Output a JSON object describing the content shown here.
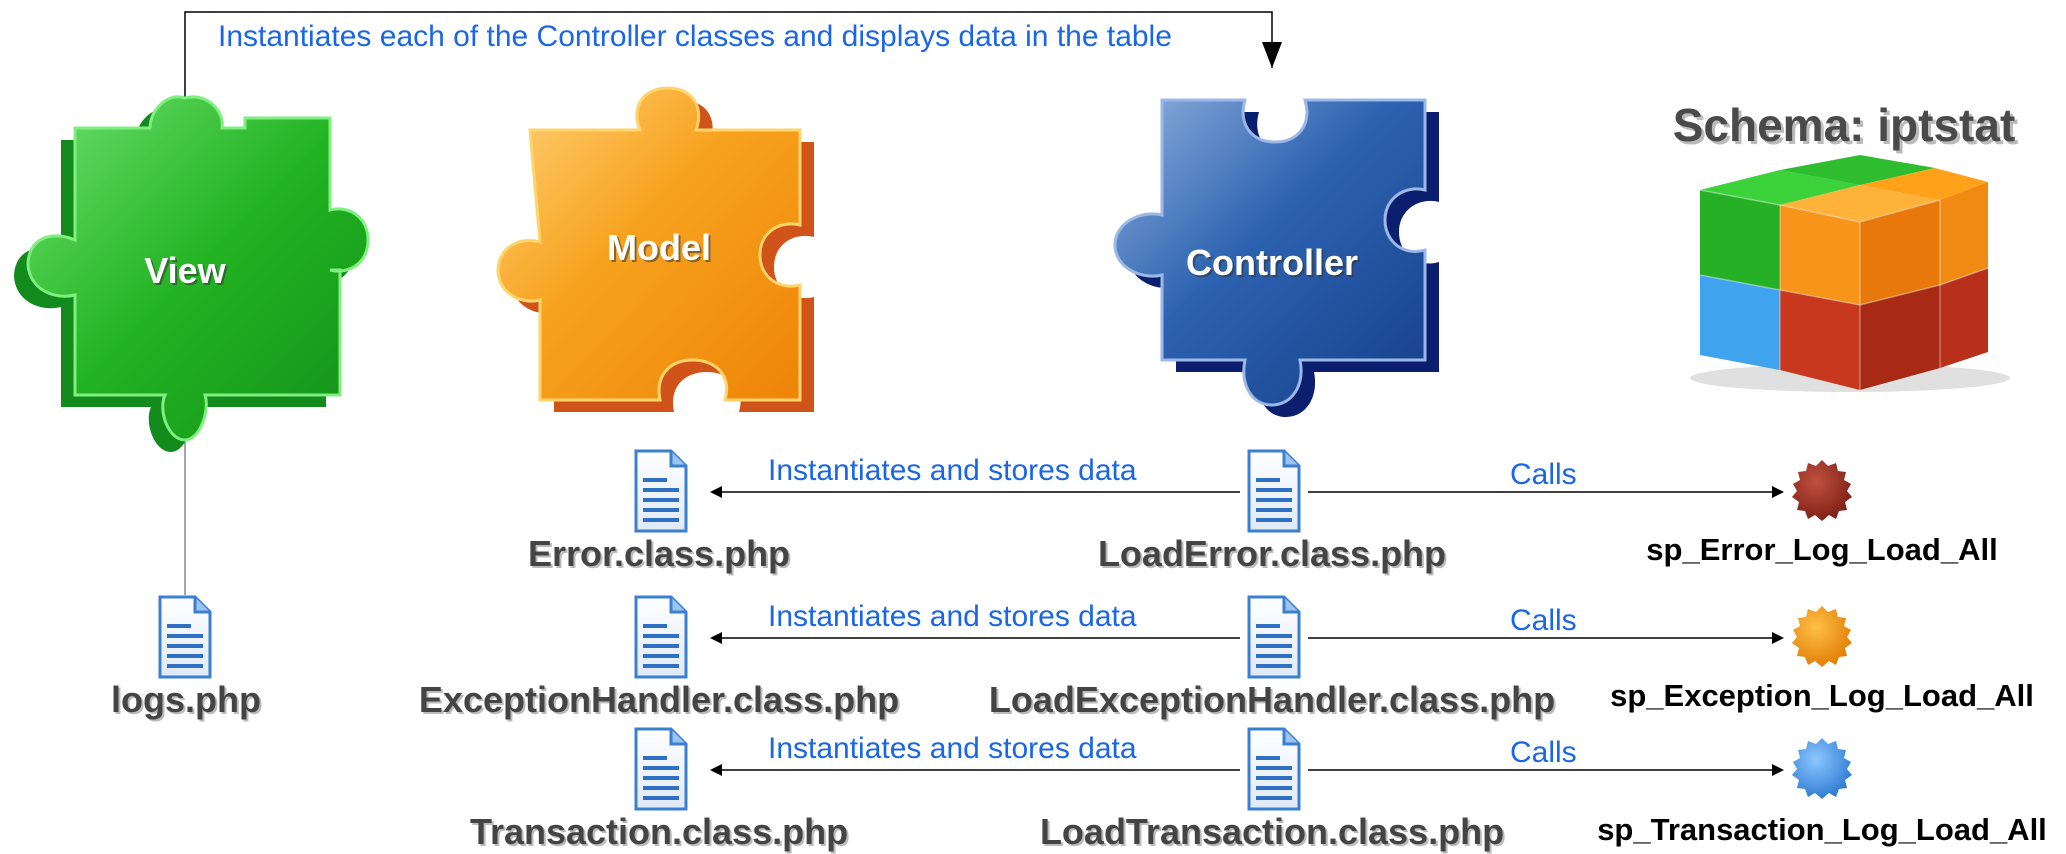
{
  "top_annotation": "Instantiates each of the Controller classes and displays data in the table",
  "puzzles": {
    "view": "View",
    "model": "Model",
    "controller": "Controller"
  },
  "schema_title": "Schema: iptstat",
  "view_file": "logs.php",
  "rows": [
    {
      "model_file": "Error.class.php",
      "controller_file": "LoadError.class.php",
      "procedure": "sp_Error_Log_Load_All",
      "left_label": "Instantiates and stores data",
      "right_label": "Calls",
      "gear_color": "#8b2a1e"
    },
    {
      "model_file": "ExceptionHandler.class.php",
      "controller_file": "LoadExceptionHandler.class.php",
      "procedure": "sp_Exception_Log_Load_All",
      "left_label": "Instantiates and stores data",
      "right_label": "Calls",
      "gear_color": "#f18a06"
    },
    {
      "model_file": "Transaction.class.php",
      "controller_file": "LoadTransaction.class.php",
      "procedure": "sp_Transaction_Log_Load_All",
      "left_label": "Instantiates and stores data",
      "right_label": "Calls",
      "gear_color": "#3a8fe0"
    }
  ],
  "colors": {
    "annotation": "#1a66e6",
    "view_green": "#2ec22e",
    "model_orange": "#f59a12",
    "controller_blue": "#1f4fa0"
  },
  "icons": {
    "file": "document-icon",
    "procedure": "gear-icon",
    "schema": "cube-stack-icon"
  }
}
